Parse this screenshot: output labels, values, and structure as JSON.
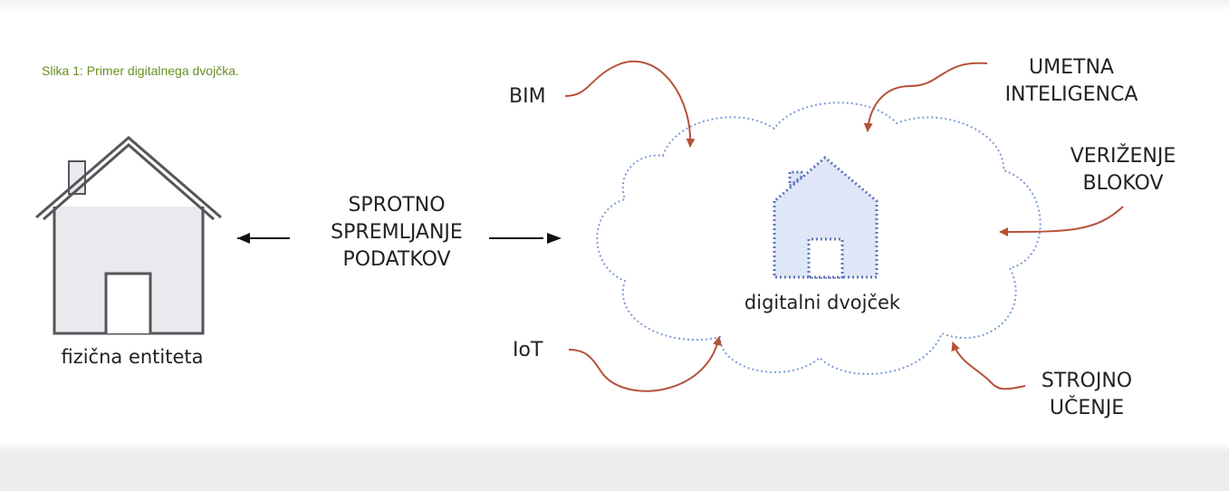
{
  "caption": "Slika 1: Primer digitalnega dvojčka.",
  "physical_entity": {
    "label": "fizična entiteta"
  },
  "digital_twin": {
    "label": "digitalni dvojček"
  },
  "sync": {
    "lines": [
      "SPROTNO",
      "SPREMLJANJE",
      "PODATKOV"
    ]
  },
  "technologies": {
    "bim": "BIM",
    "ai": [
      "UMETNA",
      "INTELIGENCA"
    ],
    "blockchain": [
      "VERIŽENJE",
      "BLOKOV"
    ],
    "iot": "IoT",
    "ml": [
      "STROJNO",
      "UČENJE"
    ]
  },
  "colors": {
    "caption": "#6a8f22",
    "arrow": "#b5523a",
    "cloud_outline": "#7d9bd6",
    "twin_fill": "#dfe6f8",
    "house_fill": "#e9e9ee",
    "house_stroke": "#55555a"
  }
}
